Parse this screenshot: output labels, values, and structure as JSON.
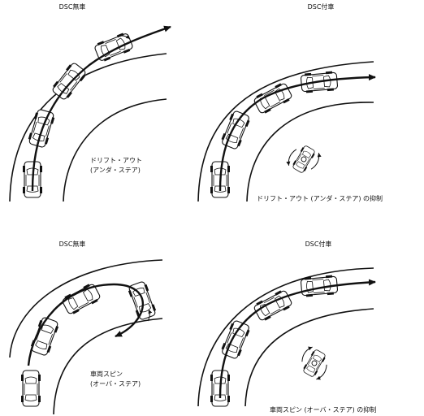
{
  "panels": {
    "top_left": {
      "title": "DSC無車",
      "caption_line1": "ドリフト・アウト",
      "caption_line2": "(アンダ・ステア)"
    },
    "top_right": {
      "title": "DSC付車",
      "caption": "ドリフト・アウト (アンダ・ステア) の抑制"
    },
    "bottom_left": {
      "title": "DSC無車",
      "caption_line1": "車両スピン",
      "caption_line2": "(オーバ・ステア)"
    },
    "bottom_right": {
      "title": "DSC付車",
      "caption": "車両スピン (オーバ・ステア) の抑制"
    }
  }
}
